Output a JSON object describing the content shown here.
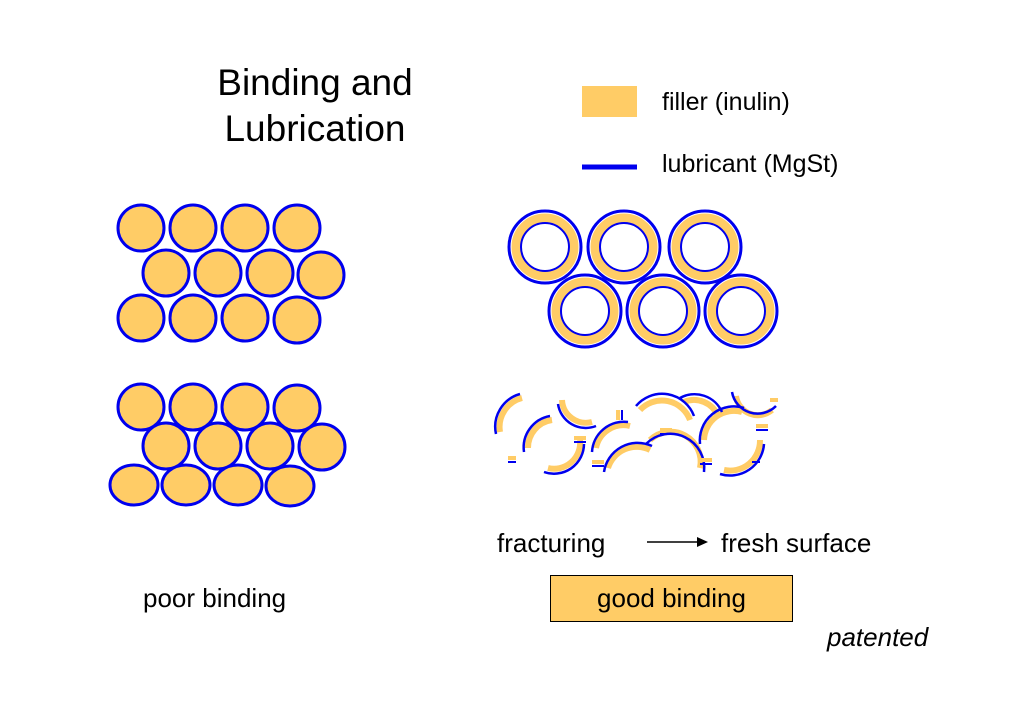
{
  "title": [
    "Binding and",
    "Lubrication"
  ],
  "legend": {
    "filler_label": "filler (inulin)",
    "lubricant_label": "lubricant (MgSt)"
  },
  "labels": {
    "poor_binding": "poor binding",
    "fracturing": "fracturing",
    "fresh_surface": "fresh surface",
    "good_binding": "good binding",
    "patented": "patented"
  },
  "colors": {
    "filler": "#FFCC66",
    "lubricant": "#0000EE",
    "outline": "#000000"
  }
}
